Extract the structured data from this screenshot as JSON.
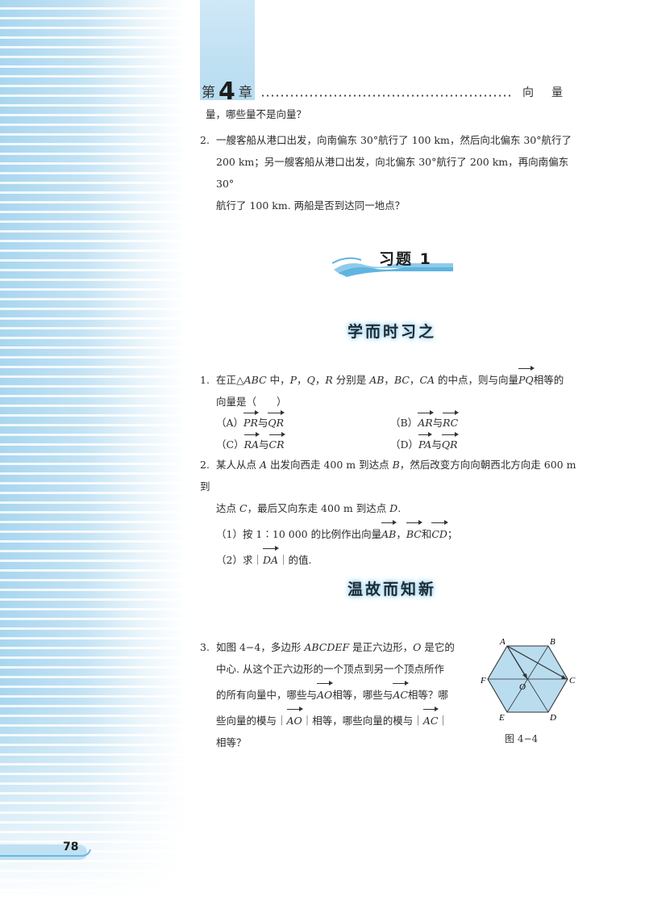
{
  "header": {
    "chapter_prefix": "第",
    "chapter_number": "4",
    "chapter_suffix": "章",
    "chapter_title": "向量"
  },
  "intro": {
    "continuation": "量，哪些量不是向量？",
    "q2_number": "2.",
    "q2_line1": "一艘客船从港口出发，向南偏东 30°航行了 100 km，然后向北偏东 30°航行了",
    "q2_line2": "200 km；另一艘客船从港口出发，向北偏东 30°航行了 200 km，再向南偏东 30°",
    "q2_line3": "航行了 100 km. 两船是否到达同一地点？"
  },
  "section": {
    "title": "习题 1"
  },
  "subsections": {
    "first": "学而时习之",
    "second": "温故而知新"
  },
  "ex1": {
    "number": "1.",
    "text_a": "在正△",
    "text_abc": "ABC",
    "text_b": " 中，",
    "text_p": "P",
    "text_c": "，",
    "text_q": "Q",
    "text_d": "，",
    "text_r": "R",
    "text_e": " 分别是 ",
    "text_ab": "AB",
    "text_f": "，",
    "text_bc": "BC",
    "text_g": "，",
    "text_ca": "CA",
    "text_h": " 的中点，则与向量",
    "vec_pq": "PQ",
    "text_i": "相等的",
    "line2": "向量是（　　）",
    "options": [
      {
        "label": "（A）",
        "v1": "PR",
        "join": "与",
        "v2": "QR"
      },
      {
        "label": "（B）",
        "v1": "AR",
        "join": "与",
        "v2": "RC"
      },
      {
        "label": "（C）",
        "v1": "RA",
        "join": "与",
        "v2": "CR"
      },
      {
        "label": "（D）",
        "v1": "PA",
        "join": "与",
        "v2": "QR"
      }
    ]
  },
  "ex2": {
    "number": "2.",
    "l1a": "某人从点 ",
    "l1_a": "A",
    "l1b": " 出发向西走 400 m 到达点 ",
    "l1_b": "B",
    "l1c": "，然后改变方向向朝西北方向走 600 m 到",
    "l2a": "达点 ",
    "l2_c": "C",
    "l2b": "，最后又向东走 400 m 到达点 ",
    "l2_d": "D",
    "l2c": ".",
    "sub1a": "（1）按 1∶10 000 的比例作出向量",
    "vec_ab": "AB",
    "sub1b": "，",
    "vec_bc": "BC",
    "sub1c": "和",
    "vec_cd": "CD",
    "sub1d": "；",
    "sub2a": "（2）求｜",
    "vec_da": "DA",
    "sub2b": "｜的值."
  },
  "ex3": {
    "number": "3.",
    "l1a": "如图 4−4，多边形 ",
    "l1_poly": "ABCDEF",
    "l1b": " 是正六边形，",
    "l1_o": "O",
    "l1c": " 是它的",
    "l2": "中心. 从这个正六边形的一个顶点到另一个顶点所作",
    "l3a": "的所有向量中，哪些与",
    "vec_ao": "AO",
    "l3b": "相等，哪些与",
    "vec_ac": "AC",
    "l3c": "相等？哪",
    "l4a": "些向量的模与｜",
    "vec_ao2": "AO",
    "l4b": "｜相等，哪些向量的模与｜",
    "vec_ac2": "AC",
    "l4c": "｜",
    "l5": "相等？"
  },
  "figure": {
    "labels": {
      "A": "A",
      "B": "B",
      "C": "C",
      "D": "D",
      "E": "E",
      "F": "F",
      "O": "O"
    },
    "caption": "图 4−4",
    "fill_color": "#b9dcef",
    "stroke_color": "#333333"
  },
  "footer": {
    "page_number": "78"
  }
}
